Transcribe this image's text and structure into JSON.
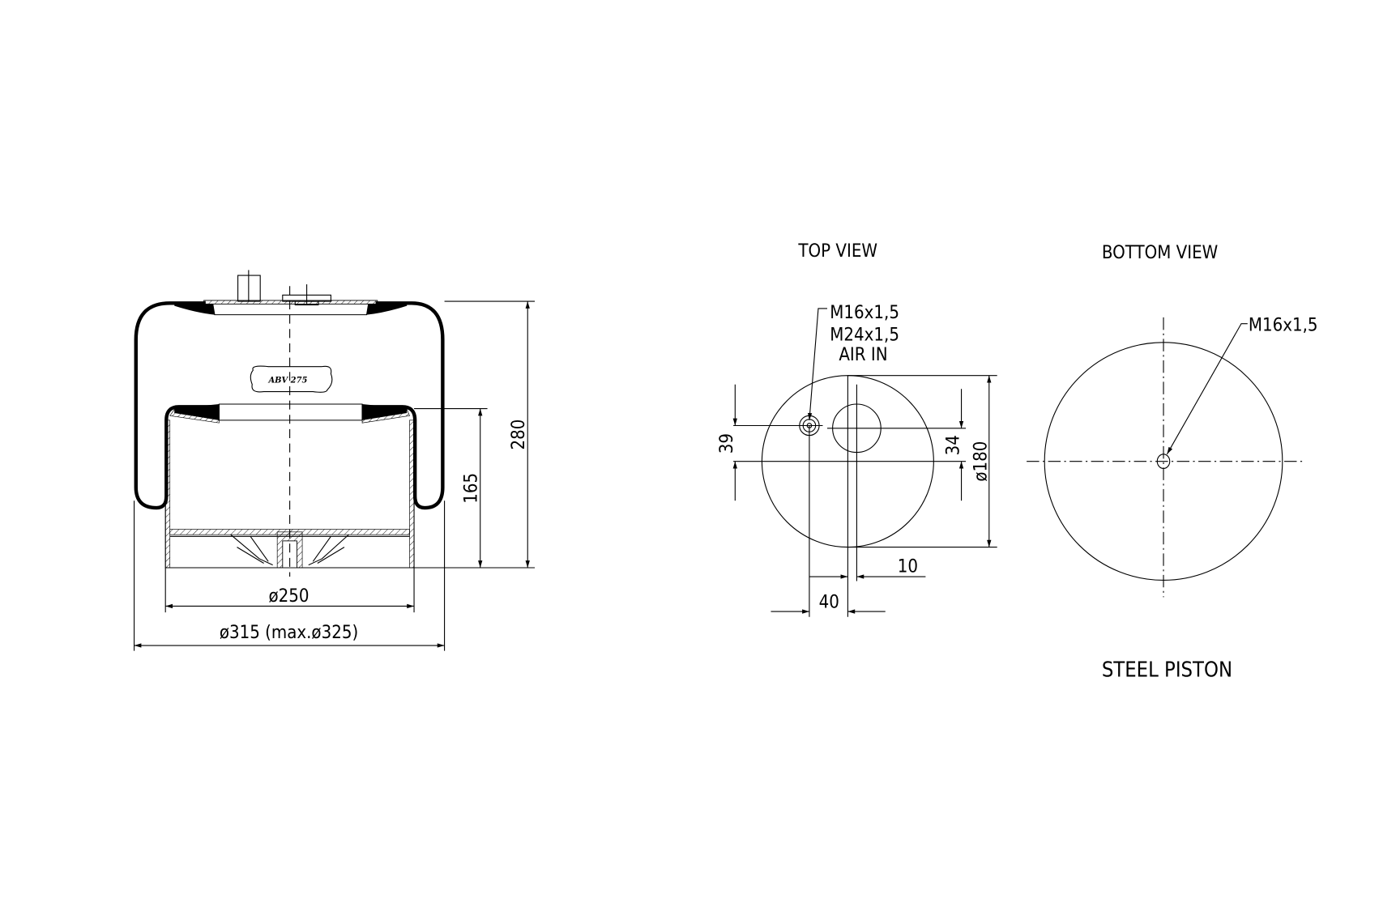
{
  "side_view": {
    "model_stamp": "ABV 275",
    "dim_height_total": "280",
    "dim_piston_height": "165",
    "dim_piston_diameter": "ø250",
    "dim_bellow_diameter": "ø315 (max.ø325)"
  },
  "top_view": {
    "title": "TOP VIEW",
    "thread_1": "M16x1,5",
    "thread_2": "M24x1,5",
    "air_in": "AIR IN",
    "dim_39": "39",
    "dim_34": "34",
    "dim_diameter": "ø180",
    "dim_10": "10",
    "dim_40": "40"
  },
  "bottom_view": {
    "title": "BOTTOM VIEW",
    "thread": "M16x1,5",
    "caption": "STEEL PISTON"
  }
}
